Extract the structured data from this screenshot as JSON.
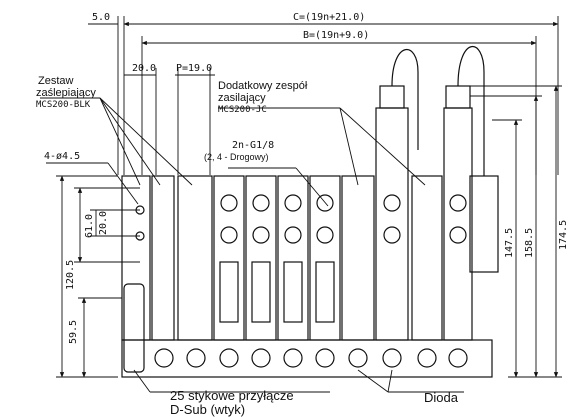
{
  "dimensions": {
    "offset_left": "5.0",
    "overall_length": "C=(19n+21.0)",
    "mount_length": "B=(19n+9.0)",
    "end_width": "20.0",
    "pitch": "P=19.0",
    "hole_spec": "4-ø4.5",
    "mount_height": "61.0",
    "hole_spacing": "20.0",
    "body_height": "120.5",
    "connector_height": "59.5",
    "height_a": "147.5",
    "height_b": "158.5",
    "height_c": "174.5"
  },
  "labels": {
    "blanking_line1": "Zestaw",
    "blanking_line2": "zaślepiający",
    "blanking_code": "MCS200-BLK",
    "power_line1": "Dodatkowy zespół",
    "power_line2": "zasilający",
    "power_code": "MCS200-JC",
    "port_spec": "2n-G1/8",
    "port_note": "(2, 4 - Drogowy)",
    "dsub_line1": "25 stykowe przyłącze",
    "dsub_line2": "D-Sub (wtyk)",
    "diode": "Dioda"
  }
}
